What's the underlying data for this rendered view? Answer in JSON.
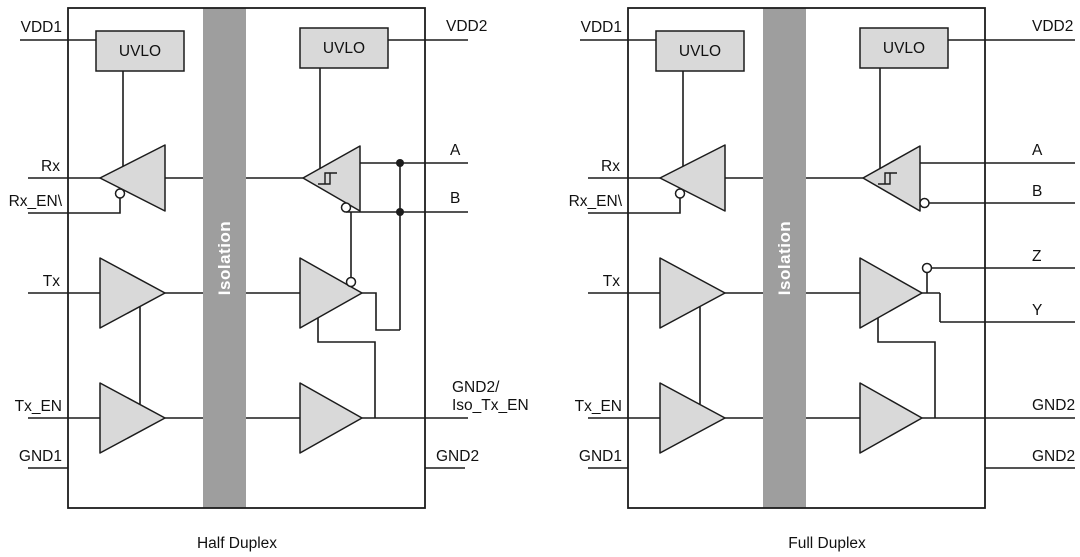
{
  "half_duplex": {
    "caption": "Half Duplex",
    "isolation": "Isolation",
    "uvlo_left": "UVLO",
    "uvlo_right": "UVLO",
    "pins": {
      "vdd1": "VDD1",
      "rx": "Rx",
      "rx_en": "Rx_EN\\",
      "tx": "Tx",
      "tx_en": "Tx_EN",
      "gnd1": "GND1",
      "vdd2": "VDD2",
      "a": "A",
      "b": "B",
      "gnd2_iso_line1": "GND2/",
      "gnd2_iso_line2": "Iso_Tx_EN",
      "gnd2": "GND2"
    }
  },
  "full_duplex": {
    "caption": "Full Duplex",
    "isolation": "Isolation",
    "uvlo_left": "UVLO",
    "uvlo_right": "UVLO",
    "pins": {
      "vdd1": "VDD1",
      "rx": "Rx",
      "rx_en": "Rx_EN\\",
      "tx": "Tx",
      "tx_en": "Tx_EN",
      "gnd1": "GND1",
      "vdd2": "VDD2",
      "a": "A",
      "b": "B",
      "z": "Z",
      "y": "Y",
      "gnd2_top": "GND2",
      "gnd2_bottom": "GND2"
    }
  },
  "colors": {
    "line": "#1c1c1c",
    "block_fill": "#d9d9d9",
    "isolation_fill": "#9e9e9e",
    "isolation_text": "#ffffff",
    "background": "#ffffff"
  }
}
